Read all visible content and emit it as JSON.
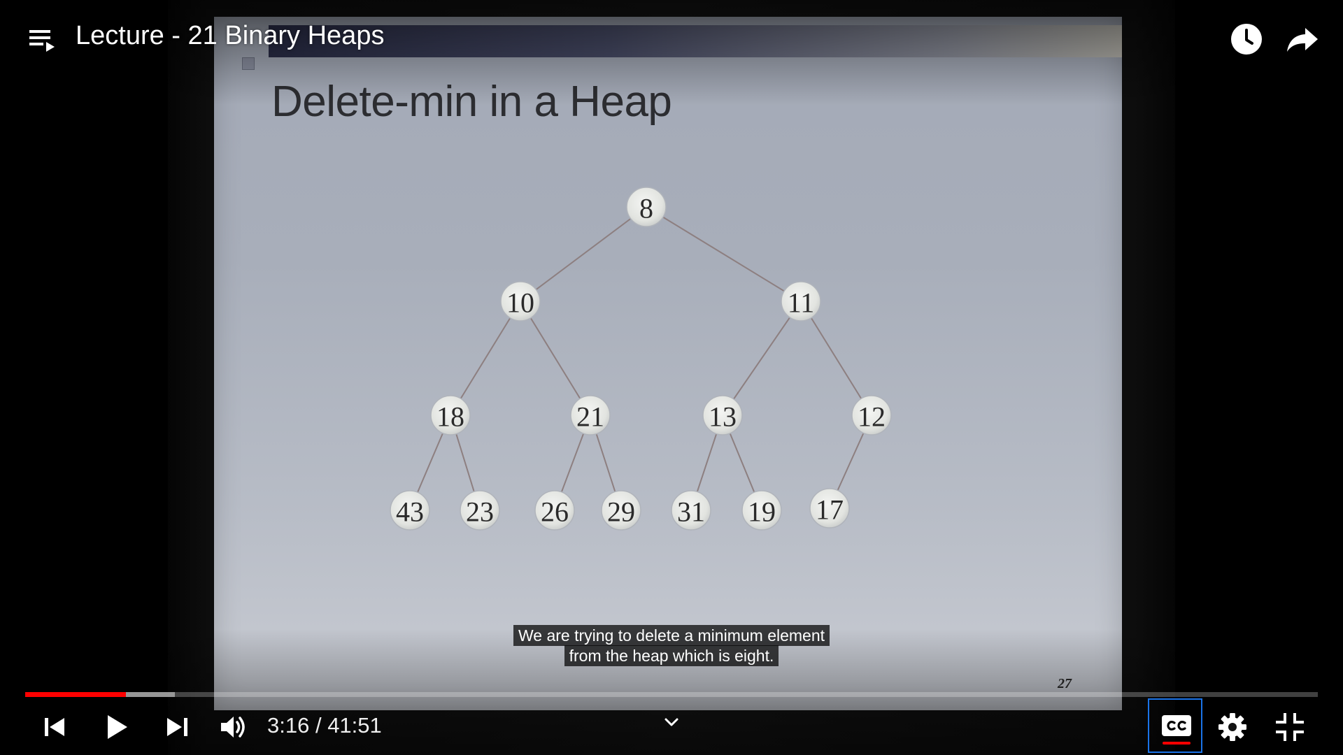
{
  "player": {
    "title": "Lecture - 21 Binary Heaps",
    "time_current": "3:16",
    "time_separator": " / ",
    "time_total": "41:51",
    "progress_played_fraction": 0.078,
    "progress_buffered_fraction": 0.116,
    "captions_enabled": true,
    "accent_color": "#ff0000",
    "focus_color": "#1a73e8"
  },
  "slide": {
    "title": "Delete-min in a Heap",
    "page_number": "27",
    "heap": {
      "root": "8",
      "level1": [
        "10",
        "11"
      ],
      "level2": [
        "18",
        "21",
        "13",
        "12"
      ],
      "level3": [
        "43",
        "23",
        "26",
        "29",
        "31",
        "19",
        "17"
      ]
    }
  },
  "captions": {
    "line1": "We are trying to delete a minimum element",
    "line2": "from the heap which is eight."
  },
  "icons": {
    "playlist": "playlist-icon",
    "watch_later": "clock-icon",
    "share": "share-arrow-icon",
    "previous": "skip-previous-icon",
    "play": "play-icon",
    "next": "skip-next-icon",
    "volume": "volume-icon",
    "chapter": "chevron-down-icon",
    "captions": "cc-icon",
    "settings": "gear-icon",
    "fullscreen_exit": "fullscreen-exit-icon"
  }
}
